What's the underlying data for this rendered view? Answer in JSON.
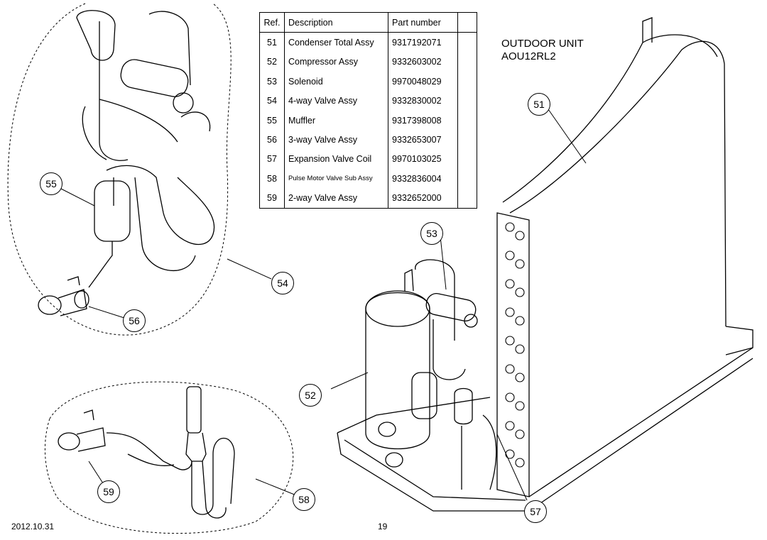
{
  "table": {
    "headers": {
      "ref": "Ref.",
      "description": "Description",
      "part_number": "Part number"
    },
    "rows": [
      {
        "ref": "51",
        "description": "Condenser Total Assy",
        "part_number": "9317192071"
      },
      {
        "ref": "52",
        "description": "Compressor Assy",
        "part_number": "9332603002"
      },
      {
        "ref": "53",
        "description": "Solenoid",
        "part_number": "9970048029"
      },
      {
        "ref": "54",
        "description": "4-way Valve Assy",
        "part_number": "9332830002"
      },
      {
        "ref": "55",
        "description": "Muffler",
        "part_number": "9317398008"
      },
      {
        "ref": "56",
        "description": "3-way Valve Assy",
        "part_number": "9332653007"
      },
      {
        "ref": "57",
        "description": "Expansion Valve Coil",
        "part_number": "9970103025"
      },
      {
        "ref": "58",
        "description": "Pulse Motor Valve Sub Assy",
        "part_number": "9332836004"
      },
      {
        "ref": "59",
        "description": "2-way Valve Assy",
        "part_number": "9332652000"
      }
    ]
  },
  "unit": {
    "line1": "OUTDOOR UNIT",
    "line2": "AOU12RL2"
  },
  "callouts": {
    "c51": "51",
    "c52": "52",
    "c53": "53",
    "c54": "54",
    "c55": "55",
    "c56": "56",
    "c57": "57",
    "c58": "58",
    "c59": "59"
  },
  "footer": {
    "date": "2012.10.31",
    "page": "19"
  }
}
